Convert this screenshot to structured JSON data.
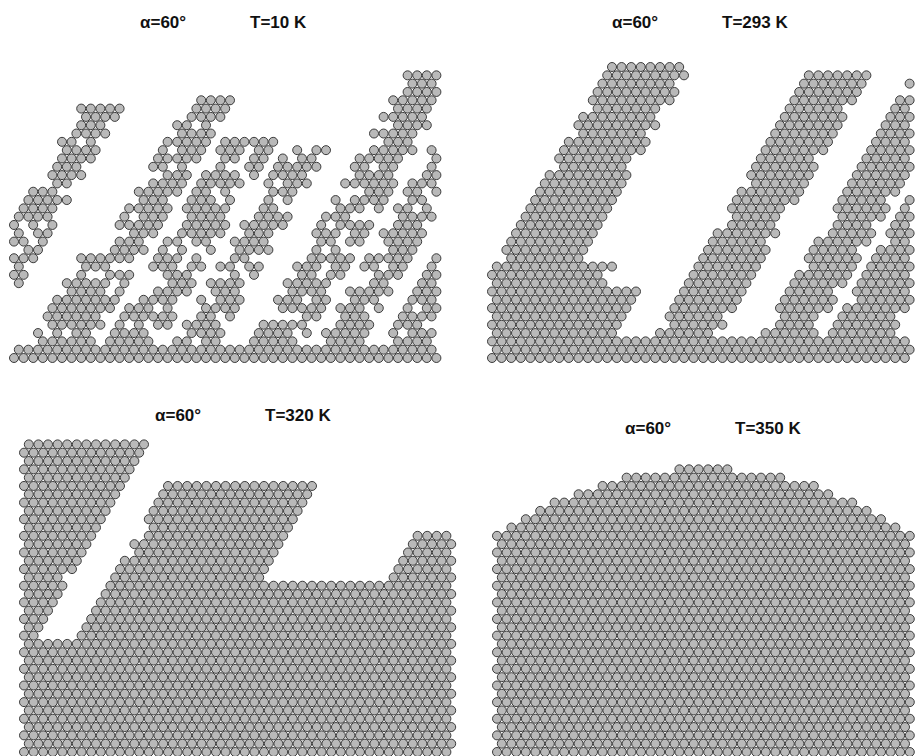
{
  "diagram": {
    "labels": [
      "α=60°",
      "T=10 K",
      "α=60°",
      "T=293 K",
      "α=60°",
      "T=320 K",
      "α=60°",
      "T=350 K"
    ]
  }
}
